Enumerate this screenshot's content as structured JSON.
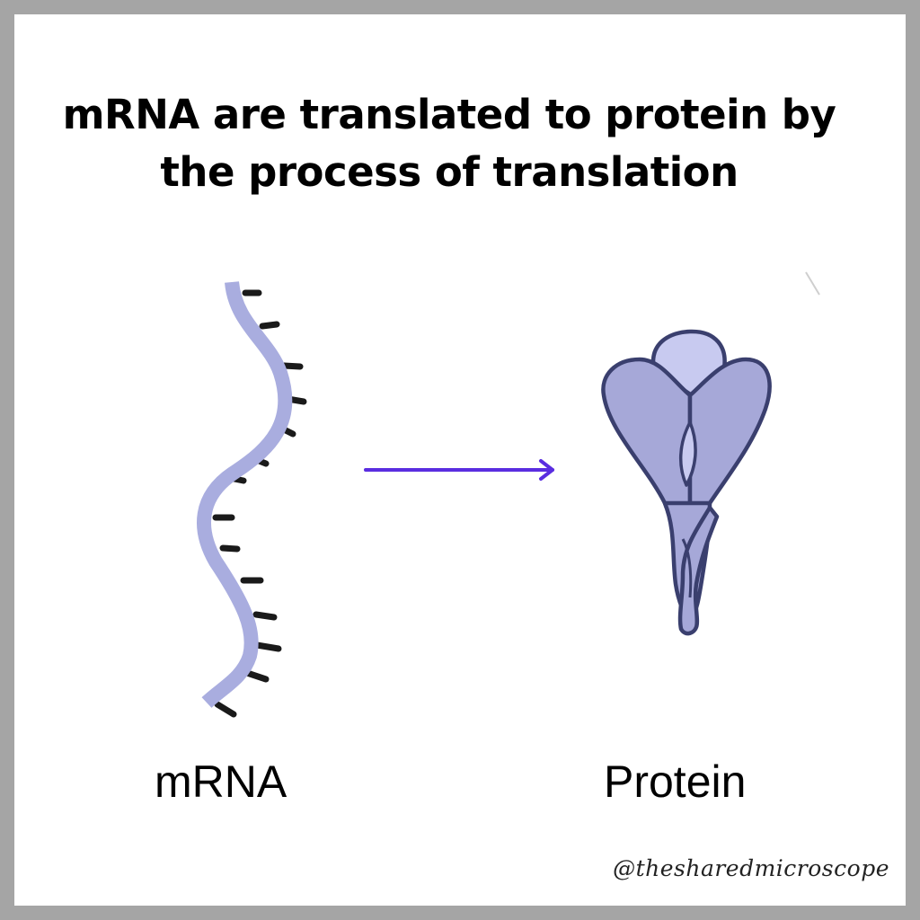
{
  "title": {
    "line1": "mRNA are translated to protein by",
    "line2": "the process of translation"
  },
  "labels": {
    "left": "mRNA",
    "right": "Protein"
  },
  "watermark": "@thesharedmicroscope",
  "icons": {
    "left": "mrna-strand-icon",
    "arrow": "arrow-right-icon",
    "right": "protein-icon"
  },
  "colors": {
    "frame": "#a5a5a5",
    "background": "#ffffff",
    "mrna_backbone": "#a9addf",
    "nucleotide": "#1a1a1a",
    "arrow": "#5a2de0",
    "protein_fill": "#a6a8d8",
    "protein_light": "#c8caf0",
    "protein_outline": "#3a3f6e"
  }
}
